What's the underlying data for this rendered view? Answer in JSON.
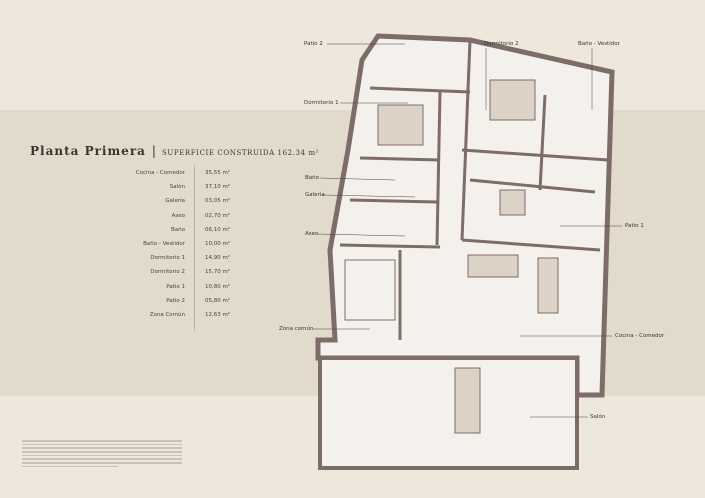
{
  "header": {
    "title": "Planta Primera",
    "separator": "|",
    "subtitle": "SUPERFICIE CONSTRUIDA  162.34 m²"
  },
  "areas": [
    {
      "room": "Cocina - Comedor",
      "area": "35,55 m²"
    },
    {
      "room": "Salón",
      "area": "37,10 m²"
    },
    {
      "room": "Galería",
      "area": "03,05 m²"
    },
    {
      "room": "Aseo",
      "area": "02,70 m²"
    },
    {
      "room": "Baño",
      "area": "06,10 m²"
    },
    {
      "room": "Baño - Vestidor",
      "area": "10,00 m²"
    },
    {
      "room": "Dormitorio 1",
      "area": "14,90 m²"
    },
    {
      "room": "Dormitorio 2",
      "area": "15,70 m²"
    },
    {
      "room": "Patio 1",
      "area": "10,80 m²"
    },
    {
      "room": "Patio 2",
      "area": "05,80 m²"
    },
    {
      "room": "Zona Común",
      "area": "12,63 m²"
    }
  ],
  "plan_labels": {
    "patio2": "Patio 2",
    "dormitorio2": "Dormitorio 2",
    "bano_vestidor": "Baño - Vestidor",
    "dormitorio1": "Dormitorio 1",
    "bano": "Baño",
    "galeria": "Galería",
    "patio1": "Patio 1",
    "aseo": "Aseo",
    "zona_comun": "Zona común",
    "cocina_comedor": "Cocina - Comedor",
    "salon": "Salón"
  },
  "colors": {
    "background": "#ede7dc",
    "band": "#e2dacb",
    "wall": "#7d6c68",
    "floor": "#f4f1ec"
  }
}
